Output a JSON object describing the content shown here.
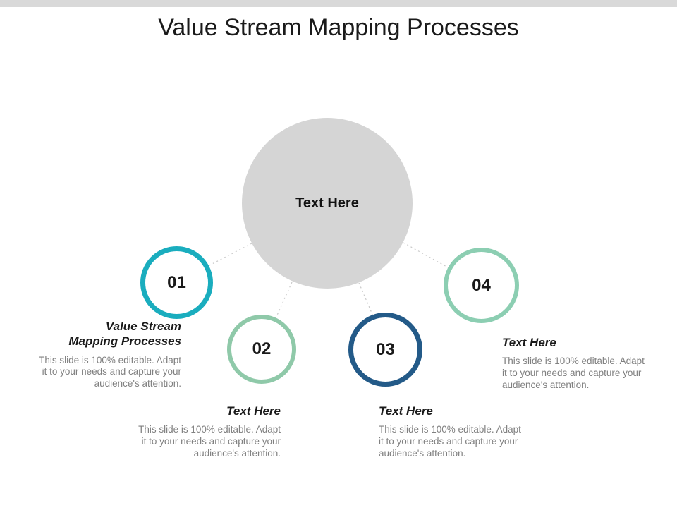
{
  "slide": {
    "title": "Value Stream Mapping Processes"
  },
  "chrome": {
    "top_strip_color": "#d9d9d9"
  },
  "center": {
    "label": "Text Here",
    "fill": "#d5d5d5"
  },
  "steps": [
    {
      "number": "01",
      "ring_color": "#1aadbe",
      "heading": "Value Stream\nMapping Processes",
      "description": "This slide is 100% editable. Adapt\nit to your needs and capture your\naudience's attention."
    },
    {
      "number": "02",
      "ring_color": "#8fc9a9",
      "heading": "Text Here",
      "description": "This slide is 100% editable. Adapt\nit to your needs and capture your\naudience's attention."
    },
    {
      "number": "03",
      "ring_color": "#235a88",
      "heading": "Text Here",
      "description": "This slide is 100% editable. Adapt\nit to your needs and capture your\naudience's attention."
    },
    {
      "number": "04",
      "ring_color": "#8cceb2",
      "heading": "Text Here",
      "description": "This slide is 100% editable. Adapt\nit to your needs and capture your\naudience's attention."
    }
  ]
}
